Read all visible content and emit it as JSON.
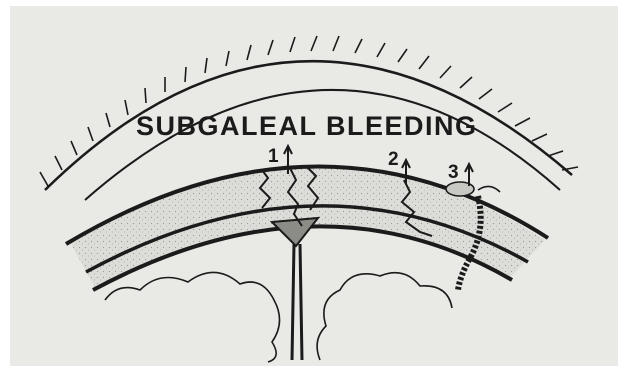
{
  "diagram": {
    "title": "SUBGALEAL BLEEDING",
    "markers": [
      {
        "label": "1"
      },
      {
        "label": "2"
      },
      {
        "label": "3"
      }
    ]
  },
  "colors": {
    "background": "#e9e9e6",
    "ink": "#1b1b1b",
    "bone_fill": "#d9d9d5"
  }
}
